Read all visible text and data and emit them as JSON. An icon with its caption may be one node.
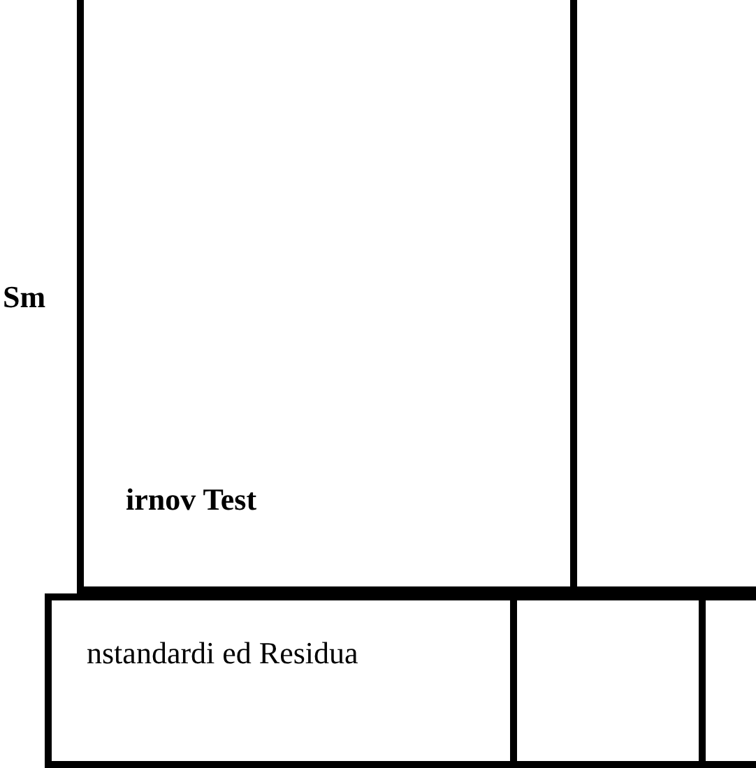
{
  "diagram": {
    "nodes": [
      {
        "text": [
          "irnov Test"
        ]
      },
      {
        "text": [],
        "shape": "box"
      },
      {
        "text": [
          "nstandardi ed Residua"
        ]
      },
      {
        "text": [],
        "shape": "box"
      },
      {
        "text": [],
        "shape": "box"
      }
    ],
    "edges": [],
    "labels": [
      "Sm"
    ]
  }
}
